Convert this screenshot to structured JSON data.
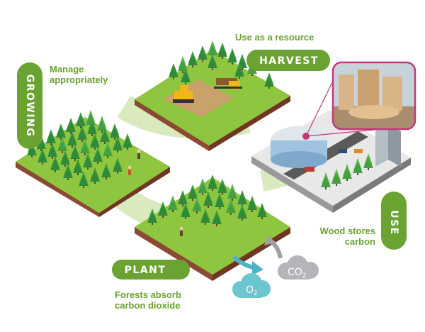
{
  "labels": {
    "harvest_caption": "Use as a resource",
    "harvest": "HARVEST",
    "growing_caption_line1": "Manage",
    "growing_caption_line2": "appropriately",
    "growing": "GROWING",
    "use": "USE",
    "use_caption_line1": "Wood stores",
    "use_caption_line2": "carbon",
    "plant": "PLANT",
    "plant_caption_line1": "Forests absorb",
    "plant_caption_line2": "carbon dioxide",
    "co2": "CO",
    "co2_sub": "2",
    "o2": "O",
    "o2_sub": "2"
  },
  "colors": {
    "accent_green": "#6aa331",
    "grass": "#8ec63f",
    "soil": "#8b4a32",
    "tree_dark": "#2f8a3a",
    "tree_light": "#4eaa44",
    "cycle_path": "#d9eabf",
    "o2_cloud": "#6cc5cf",
    "co2_cloud": "#b3b5b8",
    "frame_pink": "#c4387a"
  }
}
